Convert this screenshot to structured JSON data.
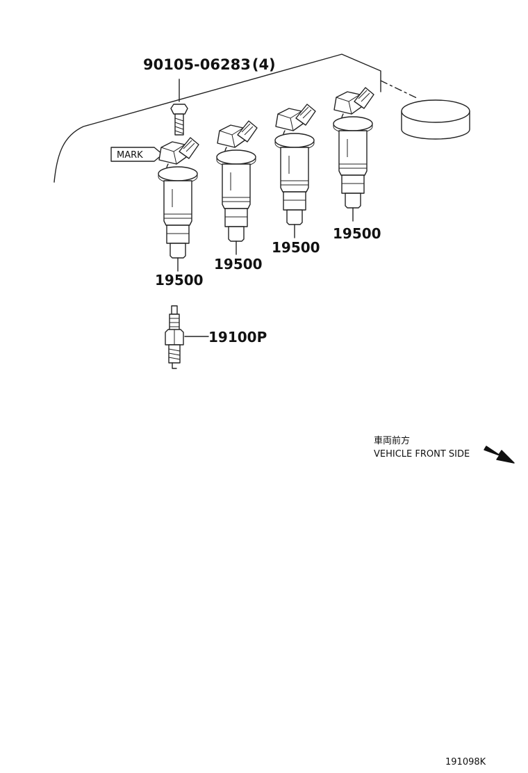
{
  "bolt": {
    "part_number": "90105-06283",
    "qty": "(4)"
  },
  "mark_label": "MARK",
  "coils": [
    {
      "part_number": "19500"
    },
    {
      "part_number": "19500"
    },
    {
      "part_number": "19500"
    },
    {
      "part_number": "19500"
    }
  ],
  "spark_plug": {
    "part_number": "19100P"
  },
  "direction": {
    "label_jp": "車両前方",
    "label_en": "VEHICLE FRONT SIDE",
    "icon": "arrow-down-right-icon"
  },
  "drawing_code": "191098K"
}
